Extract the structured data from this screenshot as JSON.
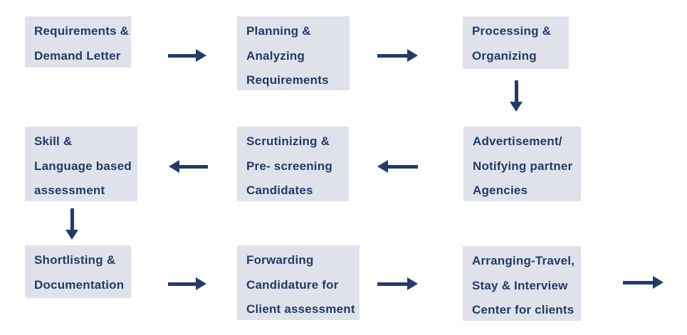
{
  "diagram": {
    "type": "flowchart",
    "background_color": "#ffffff",
    "node_background_color": "#e0e2eb",
    "text_color": "#233b66",
    "arrow_color": "#233b66"
  },
  "nodes": [
    {
      "id": "requirements-demand-letter",
      "lines": [
        "Requirements &",
        "Demand Letter"
      ]
    },
    {
      "id": "planning-analyzing-requirements",
      "lines": [
        "Planning &",
        "Analyzing",
        "Requirements"
      ]
    },
    {
      "id": "processing-organizing",
      "lines": [
        "Processing &",
        "Organizing"
      ]
    },
    {
      "id": "advertisement-notifying-agencies",
      "lines": [
        "Advertisement/",
        "Notifying partner",
        "Agencies"
      ]
    },
    {
      "id": "scrutinizing-prescreening-candidates",
      "lines": [
        "Scrutinizing &",
        "Pre- screening",
        "Candidates"
      ]
    },
    {
      "id": "skill-language-assessment",
      "lines": [
        "Skill &",
        "Language based",
        "assessment"
      ]
    },
    {
      "id": "shortlisting-documentation",
      "lines": [
        "Shortlisting &",
        "Documentation"
      ]
    },
    {
      "id": "forwarding-candidature",
      "lines": [
        "Forwarding",
        "Candidature for",
        "Client assessment"
      ]
    },
    {
      "id": "arranging-travel-stay",
      "lines": [
        "Arranging-Travel,",
        "Stay & Interview",
        "Center for clients"
      ]
    }
  ],
  "arrows": [
    {
      "direction": "right",
      "from": "requirements-demand-letter",
      "to": "planning-analyzing-requirements"
    },
    {
      "direction": "right",
      "from": "planning-analyzing-requirements",
      "to": "processing-organizing"
    },
    {
      "direction": "down",
      "from": "processing-organizing",
      "to": "advertisement-notifying-agencies"
    },
    {
      "direction": "left",
      "from": "advertisement-notifying-agencies",
      "to": "scrutinizing-prescreening-candidates"
    },
    {
      "direction": "left",
      "from": "scrutinizing-prescreening-candidates",
      "to": "skill-language-assessment"
    },
    {
      "direction": "down",
      "from": "skill-language-assessment",
      "to": "shortlisting-documentation"
    },
    {
      "direction": "right",
      "from": "shortlisting-documentation",
      "to": "forwarding-candidature"
    },
    {
      "direction": "right",
      "from": "forwarding-candidature",
      "to": "arranging-travel-stay"
    },
    {
      "direction": "right",
      "from": "arranging-travel-stay"
    }
  ]
}
